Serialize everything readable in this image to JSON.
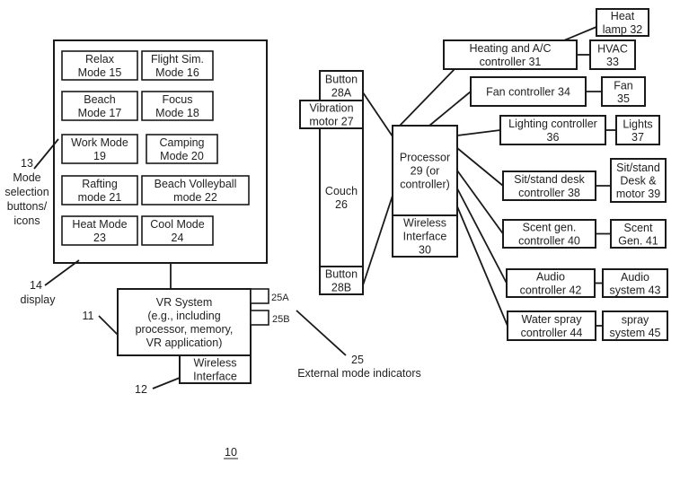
{
  "figure_number": "10",
  "display": {
    "ref": "14",
    "label": "display",
    "mode_buttons_label": [
      "13",
      "Mode",
      "selection",
      "buttons/",
      "icons"
    ],
    "modes": [
      {
        "id": "relax",
        "lines": [
          "Relax",
          "Mode 15"
        ]
      },
      {
        "id": "flight-sim",
        "lines": [
          "Flight Sim.",
          "Mode 16"
        ]
      },
      {
        "id": "beach",
        "lines": [
          "Beach",
          "Mode 17"
        ]
      },
      {
        "id": "focus",
        "lines": [
          "Focus",
          "Mode 18"
        ]
      },
      {
        "id": "work",
        "lines": [
          "Work Mode",
          "19"
        ]
      },
      {
        "id": "camping",
        "lines": [
          "Camping",
          "Mode 20"
        ]
      },
      {
        "id": "rafting",
        "lines": [
          "Rafting",
          "mode 21"
        ]
      },
      {
        "id": "beach-volleyball",
        "lines": [
          "Beach Volleyball",
          "mode 22"
        ]
      },
      {
        "id": "heat",
        "lines": [
          "Heat Mode",
          "23"
        ]
      },
      {
        "id": "cool",
        "lines": [
          "Cool Mode",
          "24"
        ]
      }
    ]
  },
  "vr_system": {
    "ref": "11",
    "lines": [
      "VR System",
      "(e.g., including",
      "processor, memory,",
      "VR application)"
    ],
    "wireless": {
      "ref": "12",
      "lines": [
        "Wireless",
        "Interface"
      ]
    },
    "indicators": [
      "25A",
      "25B"
    ],
    "indicators_label": [
      "25",
      "External mode indicators"
    ]
  },
  "couch": {
    "button_a": [
      "Button",
      "28A"
    ],
    "vibration": [
      "Vibration",
      "motor 27"
    ],
    "couch": [
      "Couch",
      "26"
    ],
    "button_b": [
      "Button",
      "28B"
    ]
  },
  "processor": {
    "lines": [
      "Processor",
      "29 (or",
      "controller)"
    ],
    "wireless": [
      "Wireless",
      "Interface",
      "30"
    ]
  },
  "controllers": [
    {
      "id": "heating-ac",
      "controller": [
        "Heating and A/C",
        "controller 31"
      ],
      "device": [
        "HVAC",
        "33"
      ],
      "extra": [
        "Heat",
        "lamp 32"
      ]
    },
    {
      "id": "fan",
      "controller": [
        "Fan controller 34"
      ],
      "device": [
        "Fan",
        "35"
      ]
    },
    {
      "id": "lighting",
      "controller": [
        "Lighting controller",
        "36"
      ],
      "device": [
        "Lights",
        "37"
      ]
    },
    {
      "id": "sit-stand",
      "controller": [
        "Sit/stand desk",
        "controller 38"
      ],
      "device": [
        "Sit/stand",
        "Desk &",
        "motor 39"
      ]
    },
    {
      "id": "scent",
      "controller": [
        "Scent gen.",
        "controller 40"
      ],
      "device": [
        "Scent",
        "Gen. 41"
      ]
    },
    {
      "id": "audio",
      "controller": [
        "Audio",
        "controller 42"
      ],
      "device": [
        "Audio",
        "system 43"
      ]
    },
    {
      "id": "water-spray",
      "controller": [
        "Water spray",
        "controller 44"
      ],
      "device": [
        "spray",
        "system 45"
      ]
    }
  ]
}
